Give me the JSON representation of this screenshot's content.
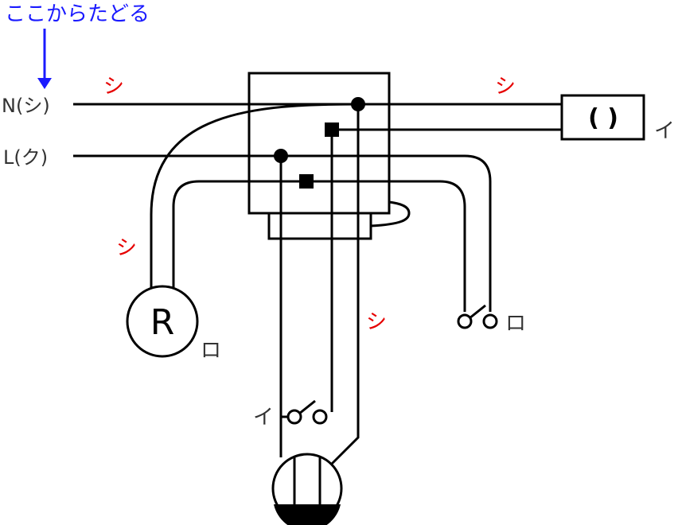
{
  "start_label": "ここからたどる",
  "n_line_label": "N(シ)",
  "l_line_label": "L(ク)",
  "wire_color_marks": [
    "シ",
    "シ",
    "シ",
    "シ"
  ],
  "lamp_r_symbol": "R",
  "device_labels": {
    "lamp_r": "ロ",
    "lamp_box": "イ",
    "switch_ro": "ロ",
    "switch_i": "イ"
  },
  "lamp_box_text": "(  )",
  "colors": {
    "start_label": "#1a1aff",
    "wire_mark": "#e60000",
    "line": "#000000",
    "label": "#333333"
  }
}
